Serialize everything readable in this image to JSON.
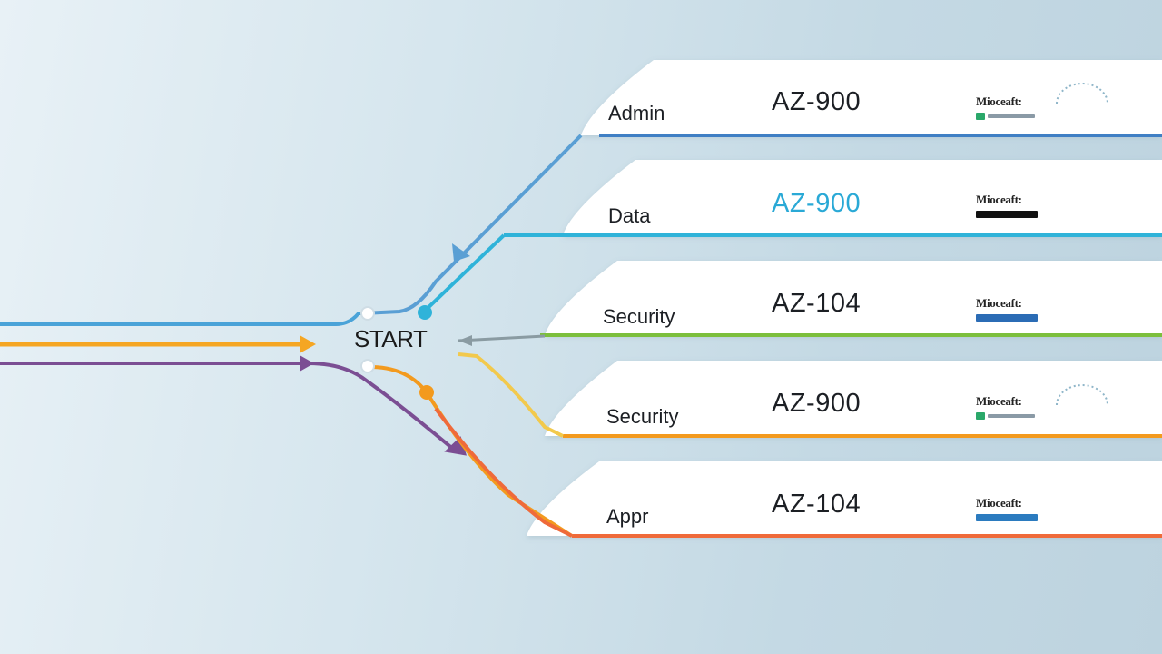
{
  "diagram": {
    "start_label": "START",
    "tracks": [
      {
        "label": "Admin",
        "code": "AZ-900",
        "code_color": "#1c1f24",
        "line_color": "#3f7fc4",
        "brand": "Mioceaft:",
        "badge_color": "#2aa86a"
      },
      {
        "label": "Data",
        "code": "AZ-900",
        "code_color": "#2aa9d6",
        "line_color": "#2fb3d9",
        "brand": "Mioceaft:",
        "badge_color": "#111111"
      },
      {
        "label": "Security",
        "code": "AZ-104",
        "code_color": "#1c1f24",
        "line_color": "#7cbf3c",
        "brand": "Mioceaft:",
        "badge_color": "#2b6cb5"
      },
      {
        "label": "Security",
        "code": "AZ-900",
        "code_color": "#1c1f24",
        "line_color": "#f39a1e",
        "brand": "Mioceaft:",
        "badge_color": "#2aa86a"
      },
      {
        "label": "Appr",
        "code": "AZ-104",
        "code_color": "#1c1f24",
        "line_color": "#ef6a3a",
        "brand": "Mioceaft:",
        "badge_color": "#2b7bbf"
      }
    ],
    "incoming_colors": [
      "#4aa3d8",
      "#f5a623",
      "#7b4e93"
    ]
  }
}
